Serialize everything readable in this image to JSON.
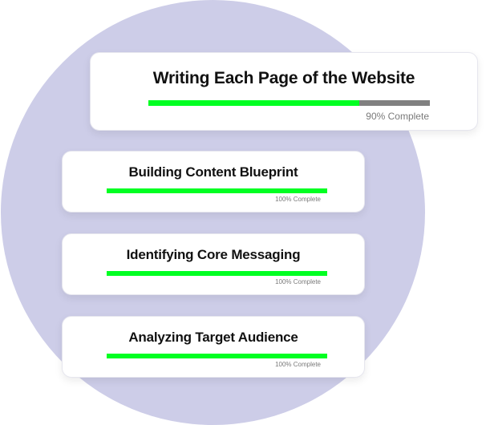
{
  "colors": {
    "background_circle": "#cdcde8",
    "progress_fill": "#00ff22",
    "progress_track": "#808080",
    "card_background": "#ffffff",
    "title_text": "#111111",
    "label_text": "#7a7a7a"
  },
  "tasks": [
    {
      "title": "Writing Each Page of the Website",
      "status_label": "90% Complete",
      "progress_percent": 90,
      "fill_fraction": 0.75
    },
    {
      "title": "Building Content Blueprint",
      "status_label": "100% Complete",
      "progress_percent": 100,
      "fill_fraction": 1.0
    },
    {
      "title": "Identifying Core Messaging",
      "status_label": "100% Complete",
      "progress_percent": 100,
      "fill_fraction": 1.0
    },
    {
      "title": "Analyzing Target Audience",
      "status_label": "100% Complete",
      "progress_percent": 100,
      "fill_fraction": 1.0
    }
  ]
}
